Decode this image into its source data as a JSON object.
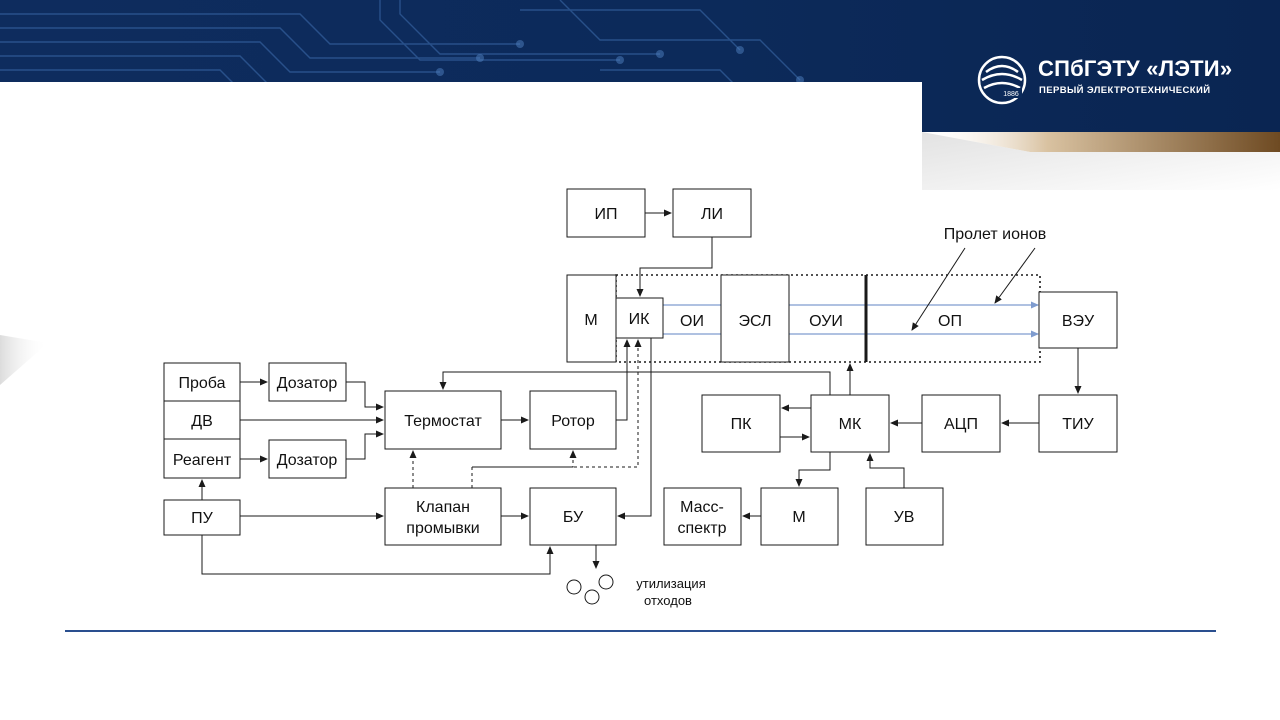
{
  "branding": {
    "title": "СПбГЭТУ «ЛЭТИ»",
    "subtitle": "ПЕРВЫЙ ЭЛЕКТРОТЕХНИЧЕСКИЙ",
    "emblem_year": "1886",
    "banner_color": "#0d2a5c",
    "accent_color": "#b38b5a"
  },
  "diagram": {
    "blocks": {
      "ip": "ИП",
      "li": "ЛИ",
      "m_top": "М",
      "ik": "ИК",
      "oi": "ОИ",
      "esl": "ЭСЛ",
      "oui": "ОУИ",
      "op": "ОП",
      "veu": "ВЭУ",
      "tiu": "ТИУ",
      "acp": "АЦП",
      "mk": "МК",
      "pk": "ПК",
      "m_mid": "М",
      "uv": "УВ",
      "mass_line1": "Масс-",
      "mass_line2": "спектр",
      "proba": "Проба",
      "dv": "ДВ",
      "reagent": "Реагент",
      "dozator1": "Дозатор",
      "dozator2": "Дозатор",
      "termostat": "Термостат",
      "rotor": "Ротор",
      "klapan_line1": "Клапан",
      "klapan_line2": "промывки",
      "bu": "БУ",
      "pu": "ПУ"
    },
    "annotations": {
      "ion_flight": "Пролет ионов",
      "waste_line1": "утилизация",
      "waste_line2": "отходов"
    }
  }
}
